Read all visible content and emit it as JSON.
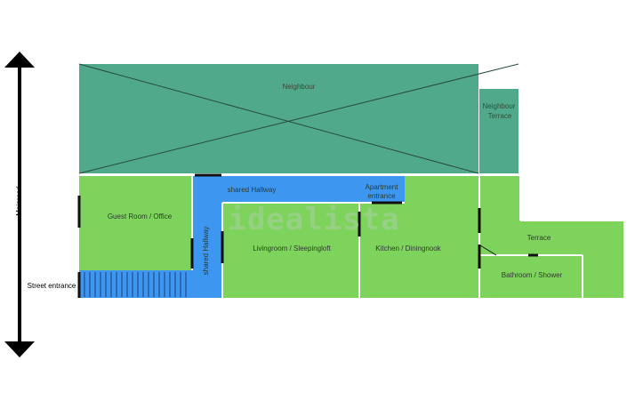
{
  "labels": {
    "mainroad": "Mainroad",
    "neighbour": "Neighbour",
    "neighbour_terrace_1": "Neighbour",
    "neighbour_terrace_2": "Terrace",
    "shared_hallway_top": "shared Hallway",
    "shared_hallway_vertical": "shared Hallway",
    "apartment_entrance_1": "Apartment",
    "apartment_entrance_2": "entrance",
    "guest_room": "Guest Room / Office",
    "living_room": "Livingroom / Sleepingloft",
    "kitchen": "Kitchen / Diningnook",
    "terrace": "Terrace",
    "bathroom": "Bathroom / Shower",
    "street_entrance": "Street entrance",
    "watermark": "idealista"
  },
  "colors": {
    "room_green": "#7ed35c",
    "neighbour_teal": "#4fa98a",
    "hallway_blue": "#3d97f0",
    "wall_white": "#ffffff",
    "door_black": "#111111"
  }
}
